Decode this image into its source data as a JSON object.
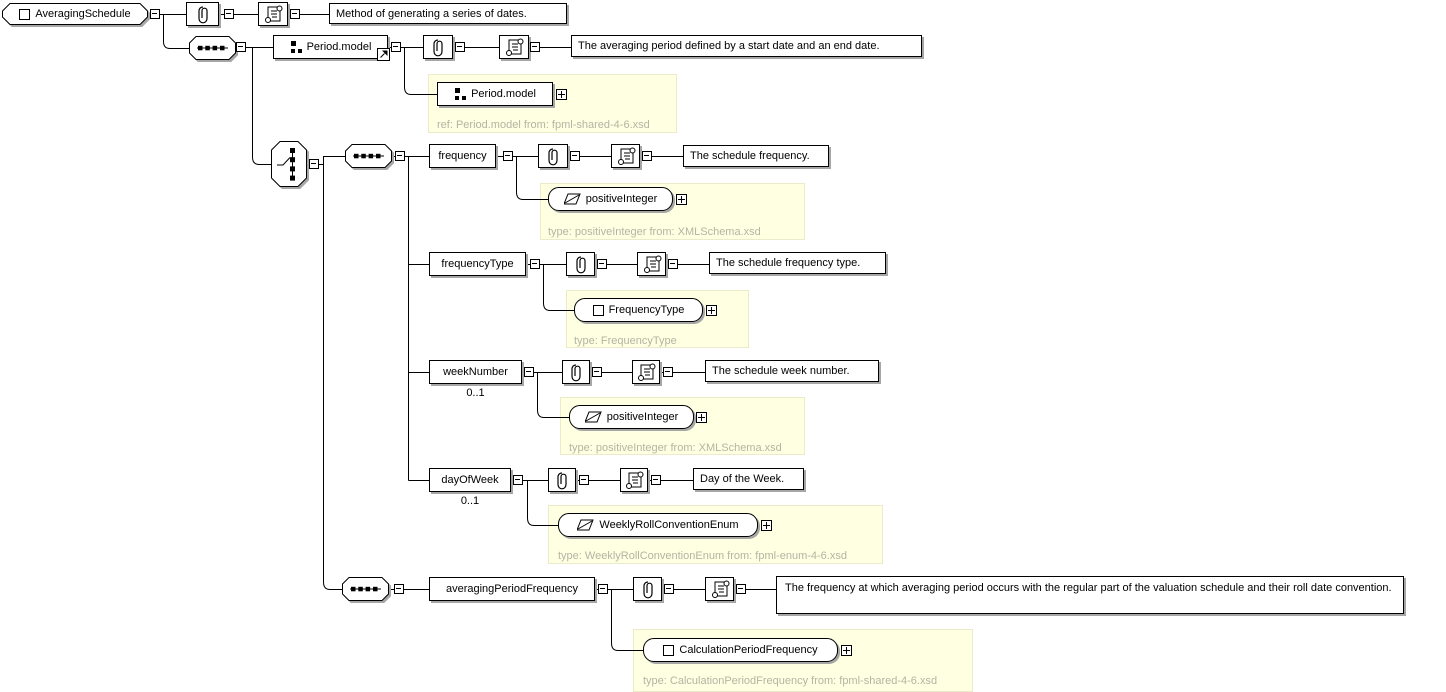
{
  "colors": {
    "panel_bg": "#ffffe1",
    "caption_text": "#b4b4a4",
    "box_shadow": "#a6a6a6",
    "line": "#000000",
    "box_bg": "#ffffff"
  },
  "icons": {
    "attributes": "paperclip",
    "annotation": "scroll",
    "sequence": "sequence-dots",
    "choice": "choice-switch",
    "element": "square-outline",
    "model_group": "three-squares",
    "simple_type": "parallelogram-slash",
    "link": "arrow-up-right",
    "collapse": "minus-box",
    "expand": "plus-box"
  },
  "nodes": {
    "root": {
      "label": "AveragingSchedule",
      "annotation": "Method of generating a series of dates."
    },
    "period_model": {
      "label": "Period.model",
      "annotation": "The averaging period defined by a start date and an end date.",
      "ref_label": "Period.model",
      "ref_caption": "ref: Period.model from: fpml-shared-4-6.xsd"
    },
    "frequency": {
      "label": "frequency",
      "annotation": "The schedule frequency.",
      "type_label": "positiveInteger",
      "type_caption": "type: positiveInteger from: XMLSchema.xsd"
    },
    "frequency_type": {
      "label": "frequencyType",
      "annotation": "The schedule frequency type.",
      "type_label": "FrequencyType",
      "type_caption": "type: FrequencyType"
    },
    "week_number": {
      "label": "weekNumber",
      "occurs": "0..1",
      "annotation": "The schedule week number.",
      "type_label": "positiveInteger",
      "type_caption": "type: positiveInteger from: XMLSchema.xsd"
    },
    "day_of_week": {
      "label": "dayOfWeek",
      "occurs": "0..1",
      "annotation": "Day of the Week.",
      "type_label": "WeeklyRollConventionEnum",
      "type_caption": "type: WeeklyRollConventionEnum from: fpml-enum-4-6.xsd"
    },
    "averaging_period_frequency": {
      "label": "averagingPeriodFrequency",
      "annotation": "The frequency at which averaging period occurs with the regular part of the valuation schedule and their roll date convention.",
      "type_label": "CalculationPeriodFrequency",
      "type_caption": "type: CalculationPeriodFrequency from: fpml-shared-4-6.xsd"
    }
  }
}
